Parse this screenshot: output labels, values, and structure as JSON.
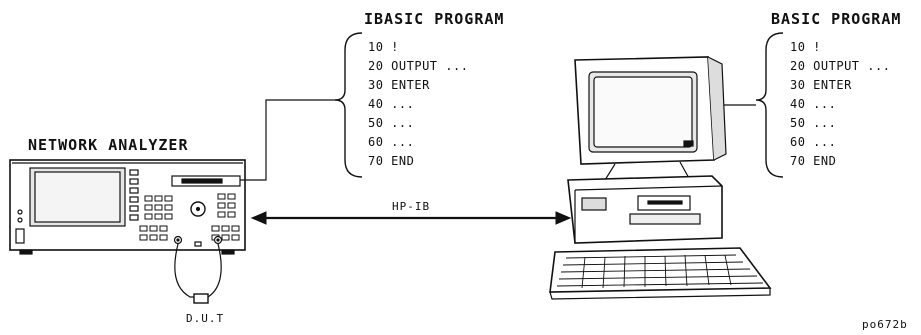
{
  "labels": {
    "ibasic_title": "IBASIC PROGRAM",
    "basic_title": "BASIC PROGRAM",
    "network_analyzer": "NETWORK ANALYZER",
    "hpib": "HP-IB",
    "dut": "D.U.T",
    "figure_id": "po672b"
  },
  "ibasic_program": [
    "10 !",
    "20 OUTPUT ...",
    "30 ENTER",
    "40 ...",
    "50 ...",
    "60 ...",
    "70 END"
  ],
  "basic_program": [
    "10 !",
    "20 OUTPUT ...",
    "30 ENTER",
    "40 ...",
    "50 ...",
    "60 ...",
    "70 END"
  ],
  "colors": {
    "ink": "#111111",
    "paper": "#ffffff",
    "panel_gray": "#d8d8d8"
  }
}
